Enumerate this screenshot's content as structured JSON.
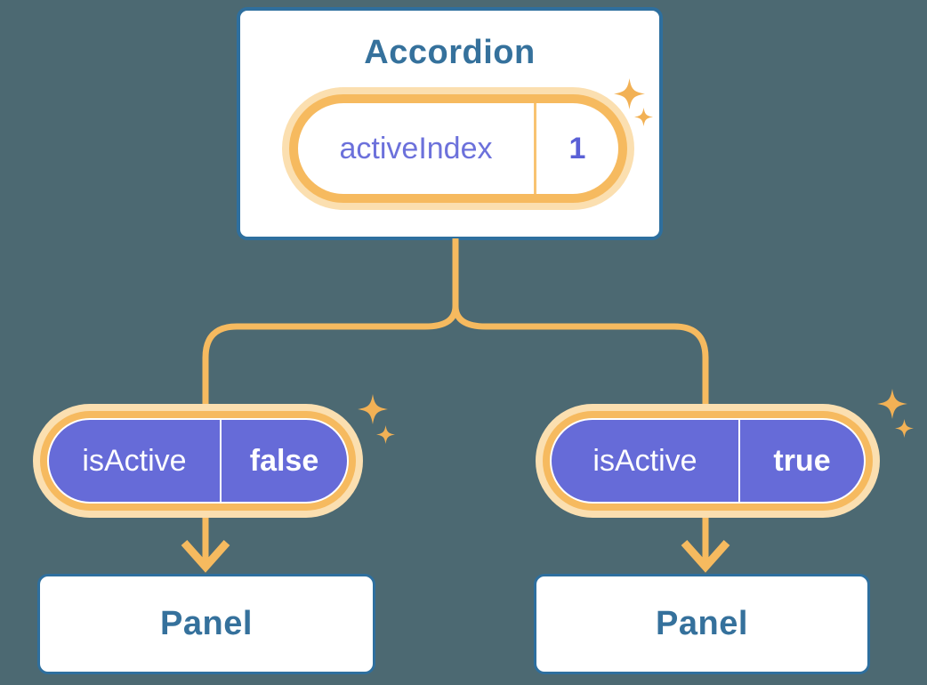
{
  "diagram": {
    "root": {
      "title": "Accordion",
      "state": {
        "name": "activeIndex",
        "value": "1"
      }
    },
    "branches": [
      {
        "prop_name": "isActive",
        "prop_value": "false",
        "child_title": "Panel"
      },
      {
        "prop_name": "isActive",
        "prop_value": "true",
        "child_title": "Panel"
      }
    ]
  },
  "icons": {
    "sparkle": "sparkle-icon"
  },
  "colors": {
    "background": "#4C6972",
    "card_fill": "#FFFFFF",
    "card_border": "#2E6F9E",
    "heading_text": "#35719C",
    "connector_orange": "#F6BA5F",
    "pill_halo_peach": "#FBDFB0",
    "pill_fill_purple": "#666BD8",
    "state_name_text": "#6C71DB",
    "state_value_text": "#5A60D6",
    "prop_text": "#FFFFFF",
    "sparkle_orange": "#F2B155"
  }
}
